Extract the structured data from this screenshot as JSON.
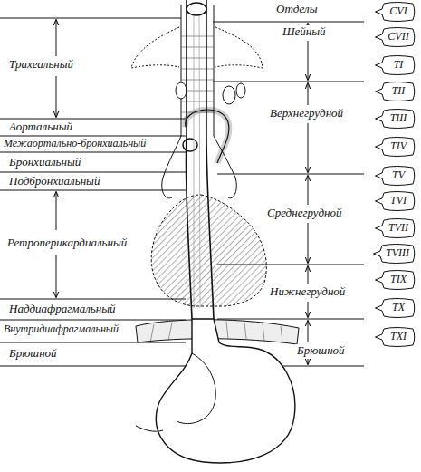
{
  "diagram": {
    "nodes": [
      {
        "text": [
          "CVI"
        ]
      },
      {
        "text": [
          "CVII"
        ]
      },
      {
        "text": [
          "TI"
        ]
      },
      {
        "text": [
          "TII"
        ]
      },
      {
        "text": [
          "TIII"
        ]
      },
      {
        "text": [
          "TIV"
        ]
      },
      {
        "text": [
          "TV"
        ]
      },
      {
        "text": [
          "TVI"
        ]
      },
      {
        "text": [
          "TVII"
        ]
      },
      {
        "text": [
          "TVIII"
        ]
      },
      {
        "text": [
          "TIX"
        ]
      },
      {
        "text": [
          "TX"
        ]
      },
      {
        "text": [
          "TXI"
        ]
      }
    ],
    "labels": [
      "Отделы",
      "Шейный",
      "Верхнегрудной",
      "Среднегрудной",
      "Нижнегрудной",
      "Брюшной",
      "Трахеальный",
      "Аортальный",
      "Межаортально-бронхиальный",
      "Бронхиальный",
      "Подбронхиальный",
      "Ретроперикардиальный",
      "Наддиафрагмальный",
      "Внутридиафрагмальный",
      "Брюшной"
    ]
  }
}
